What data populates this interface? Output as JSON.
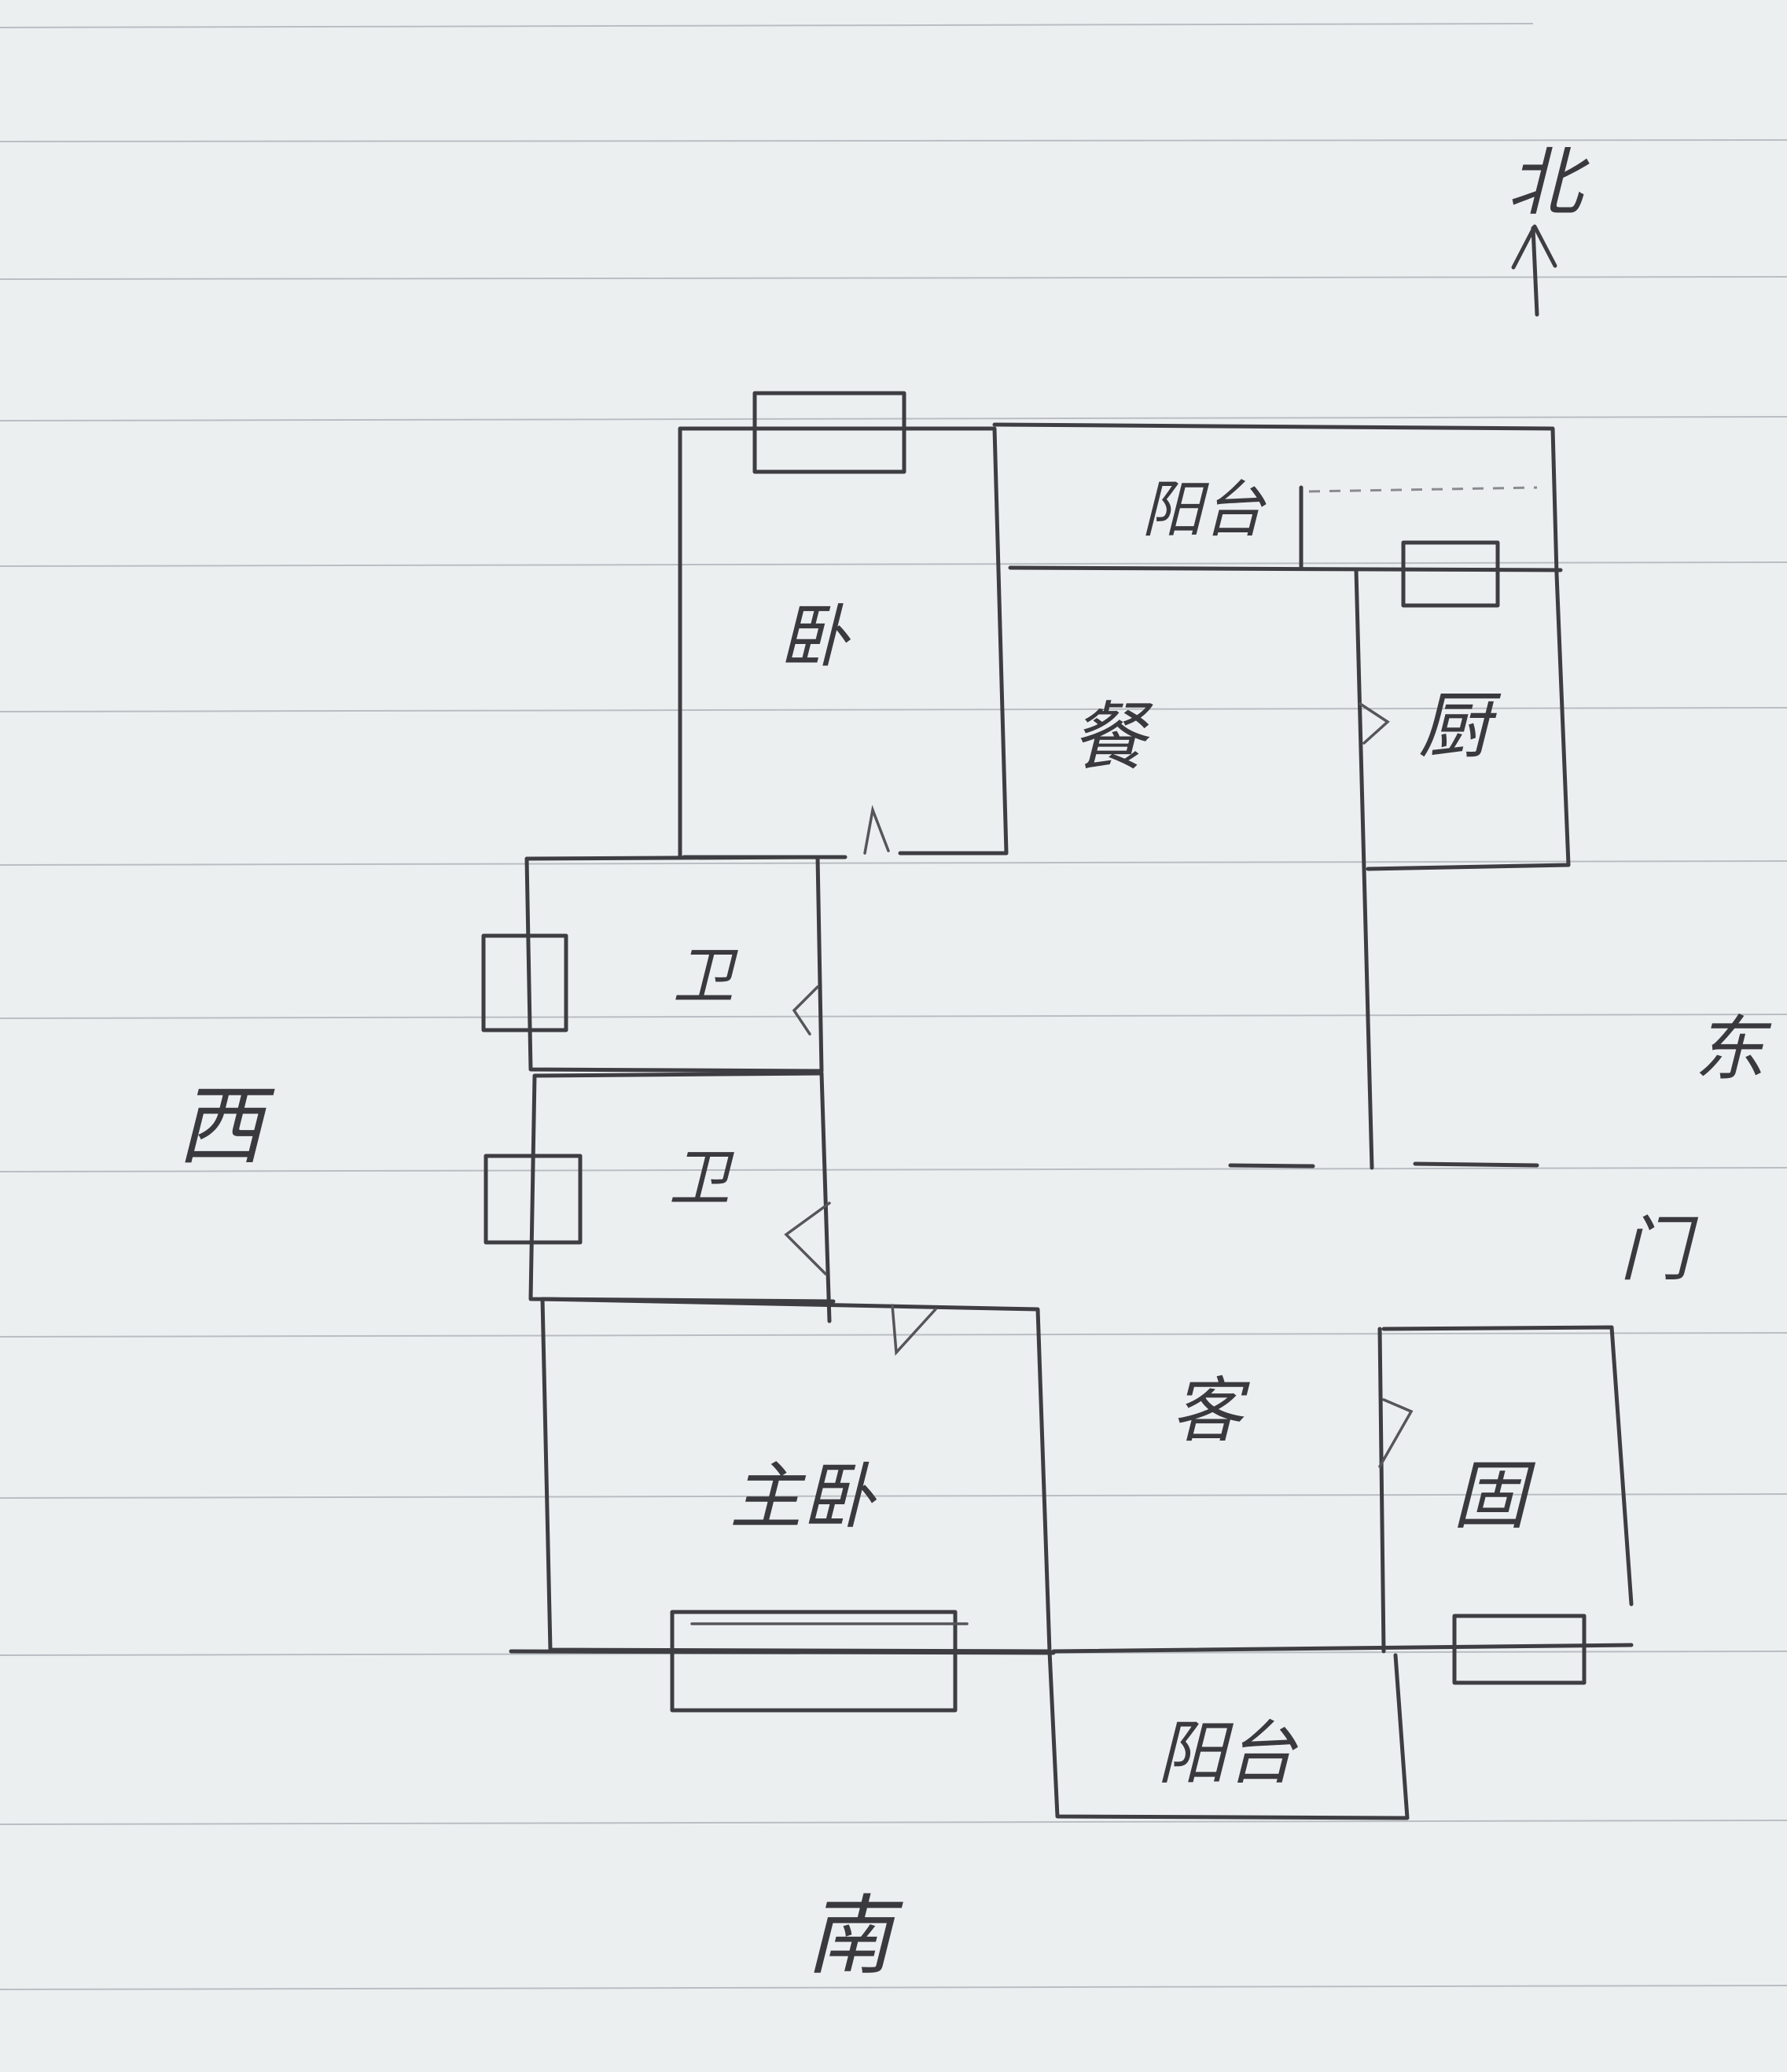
{
  "compass": {
    "north": "北",
    "south": "南",
    "east": "东",
    "west": "西"
  },
  "rooms": {
    "bedroom": "卧",
    "dining": "餐",
    "kitchen": "厨",
    "balcony_north": "阳台",
    "toilet_small": "卫",
    "toilet": "卫",
    "master_bedroom": "主卧",
    "living": "客",
    "study_room": "固",
    "balcony_south": "阳台",
    "gate": "门"
  },
  "colors": {
    "paper": "#eceff0",
    "rule": "#b9bec3",
    "pencil": "#3e3e42"
  }
}
